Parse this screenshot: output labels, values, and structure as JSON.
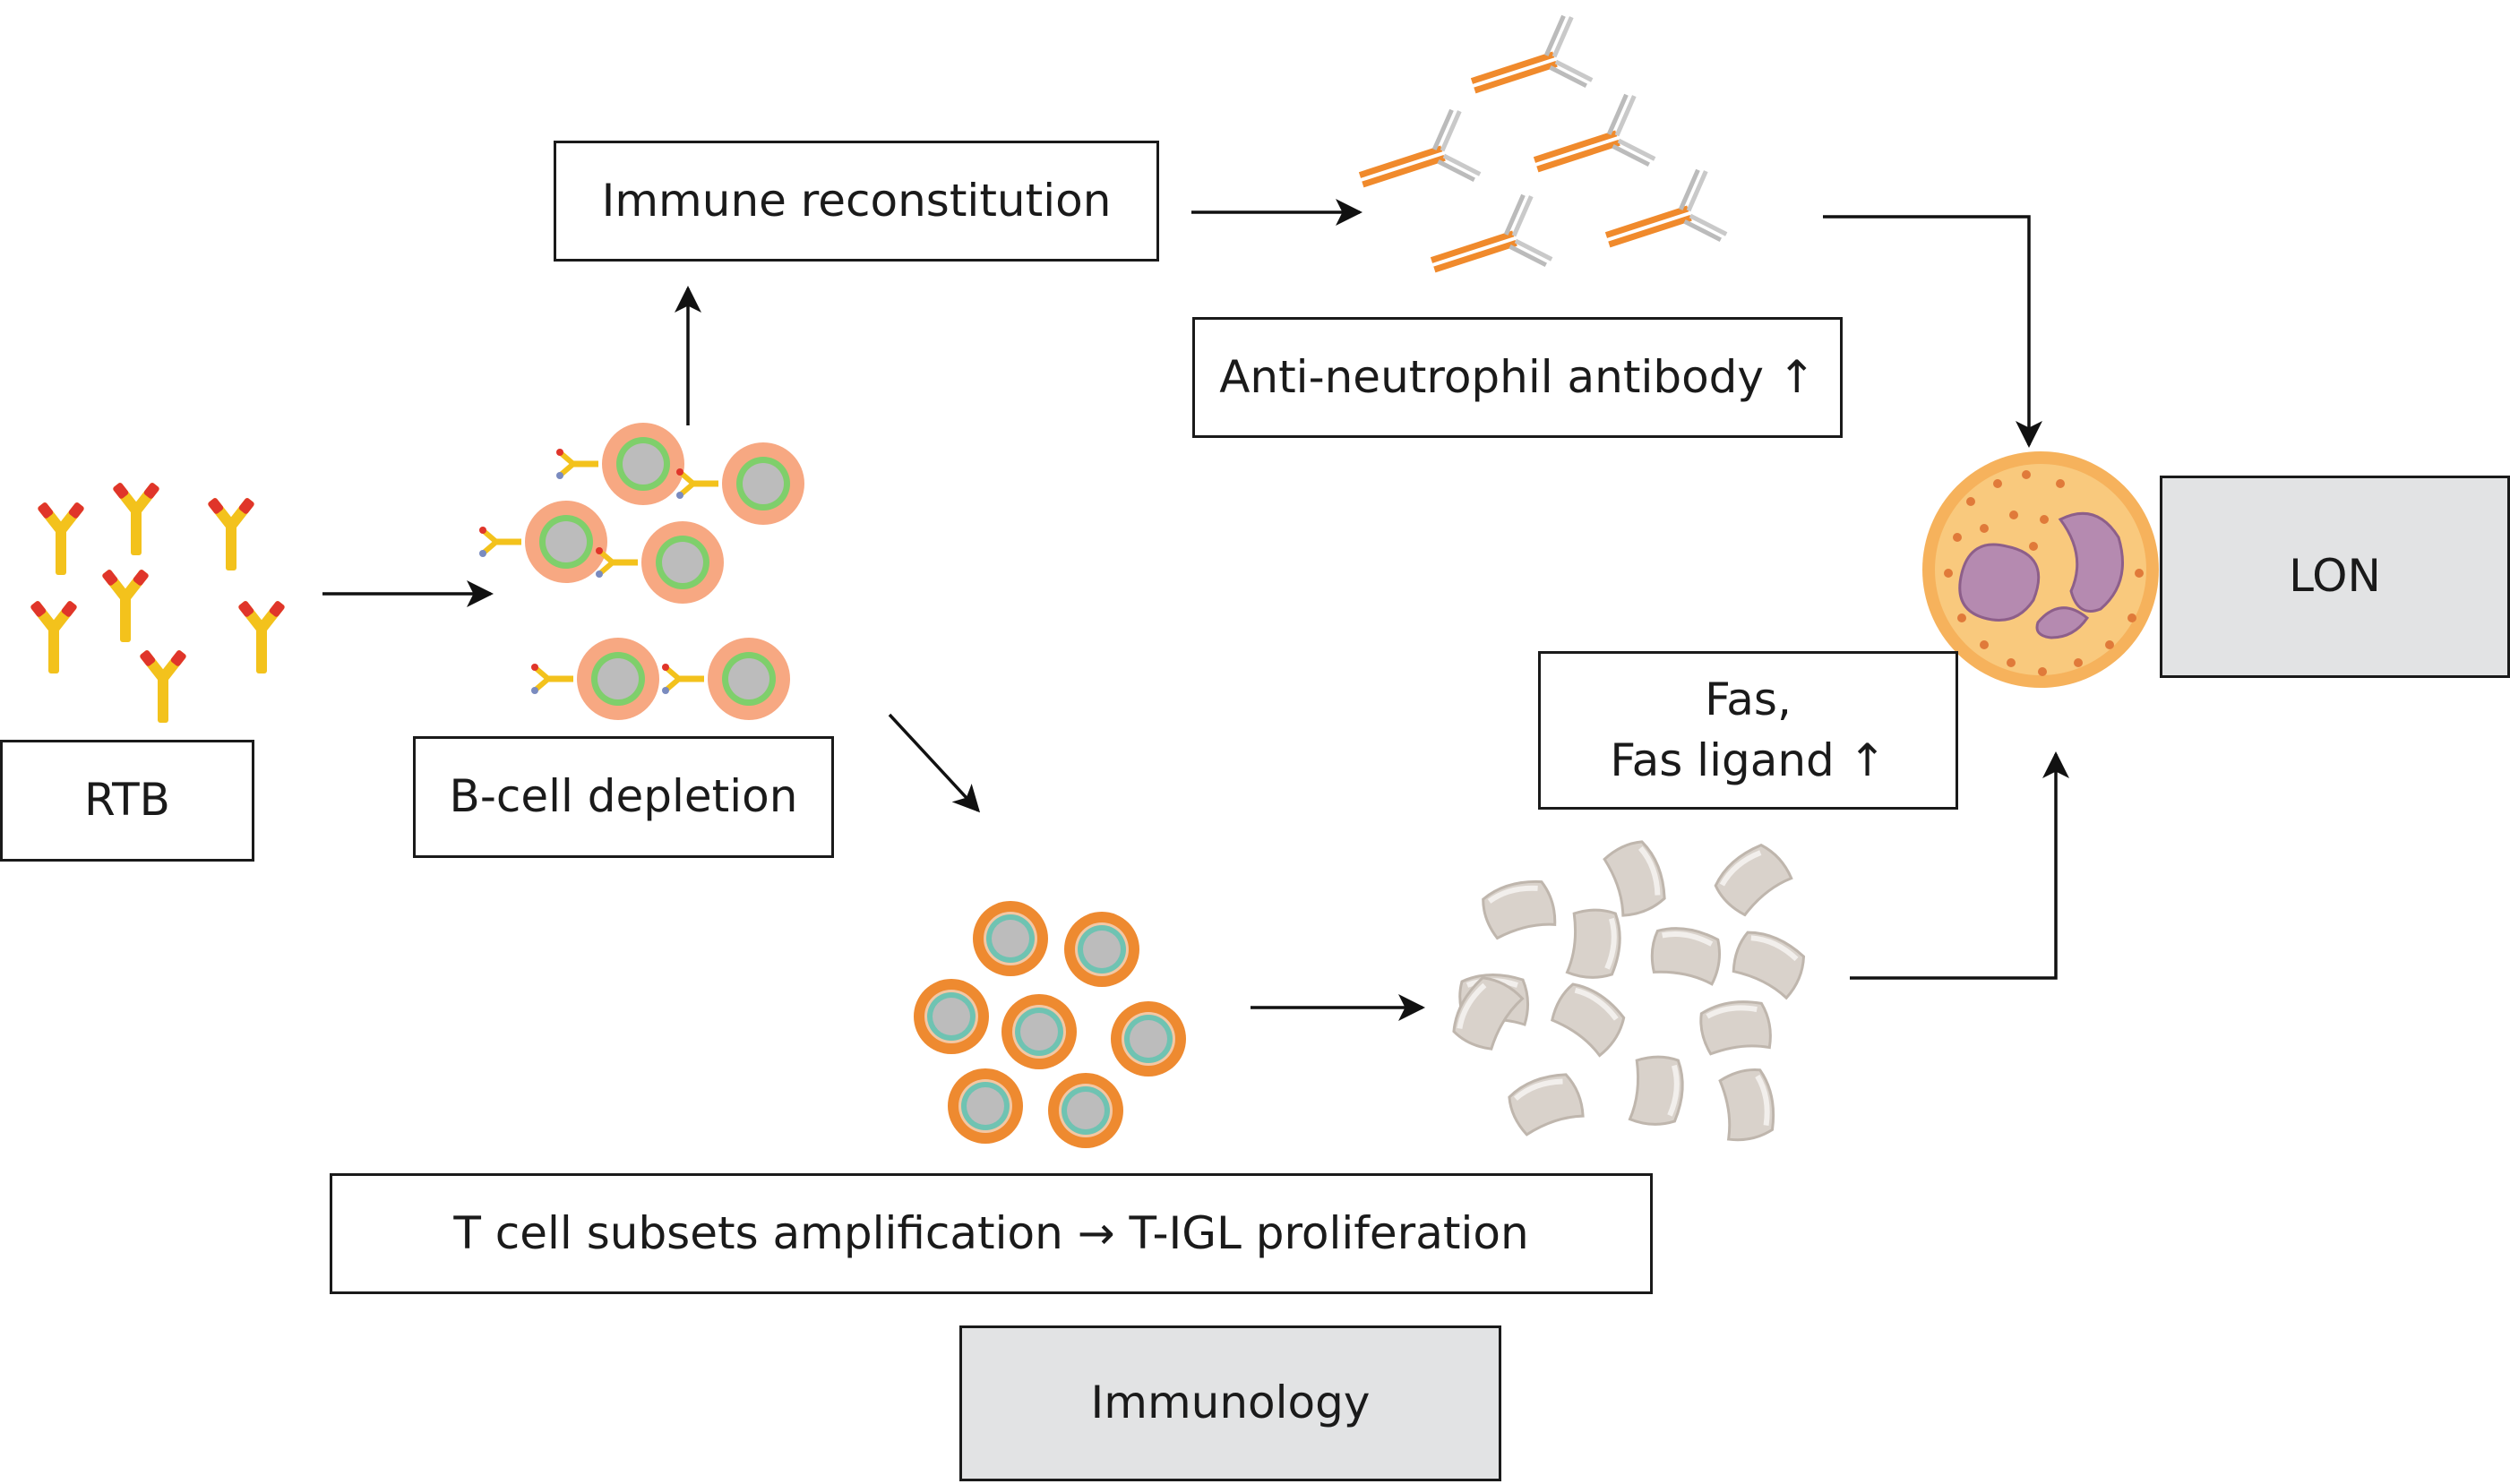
{
  "labels": {
    "rtb": "RTB",
    "b_cell_depletion": "B-cell depletion",
    "immune_reconstitution": "Immune reconstitution",
    "anti_neutrophil_antibody": "Anti-neutrophil antibody ↑",
    "fas": "Fas,\nFas ligand ↑",
    "t_cell": "T cell subsets amplification → T-IGL proliferation",
    "lon": "LON",
    "immunology": "Immunology"
  },
  "colors": {
    "box_border": "#1a1a1a",
    "shaded_box": "#e2e3e4",
    "arrow": "#111111",
    "antibody_yellow": "#f3c21c",
    "antibody_red": "#e0352a",
    "antibody_orange": "#f08a2c",
    "cell_orange": "#f7a882",
    "cell_green": "#7fcf6b",
    "nucleus_gray": "#bcbcbc",
    "lymphocyte_orange": "#ee8a30",
    "fragment_gray": "#d9d2cb",
    "neutrophil": "#f6b25c",
    "neutrophil_nucleus": "#b58ab0"
  },
  "icons": [
    "antibody-icon",
    "b-cell-icon",
    "t-cell-icon",
    "apoptotic-fragment-icon",
    "neutrophil-icon",
    "arrow-icon"
  ]
}
